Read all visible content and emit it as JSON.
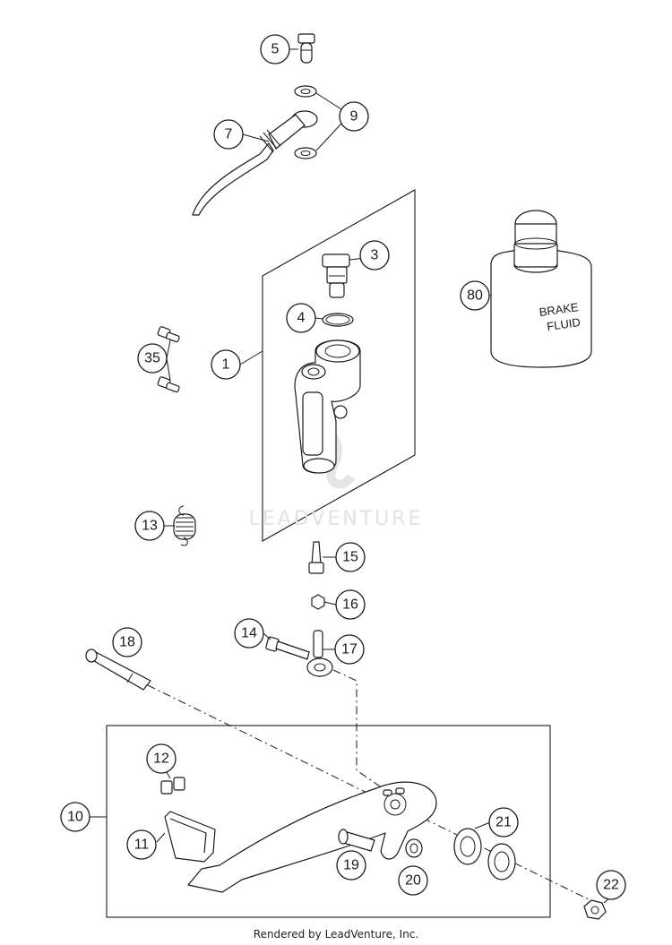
{
  "diagram": {
    "watermark": "LEADVENTURE",
    "container_label": "BRAKE\nFLUID",
    "container_label_lines": [
      "BRAKE",
      "FLUID"
    ],
    "callouts": [
      "5",
      "9",
      "7",
      "3",
      "4",
      "80",
      "1",
      "35",
      "13",
      "15",
      "16",
      "14",
      "17",
      "18",
      "12",
      "10",
      "21",
      "11",
      "19",
      "20",
      "22"
    ],
    "footer": "Rendered by LeadVenture, Inc."
  }
}
